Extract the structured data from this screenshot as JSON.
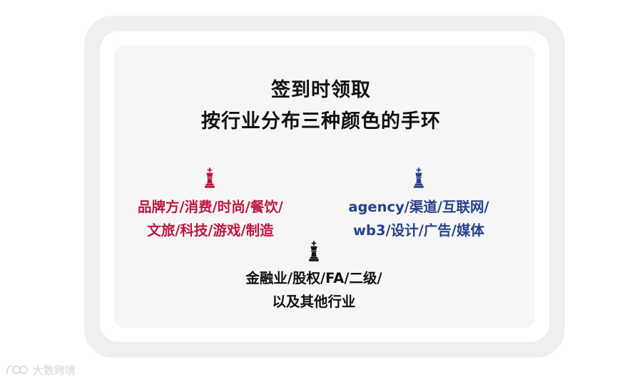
{
  "colors": {
    "crimson": "#c0143f",
    "navy": "#27408b",
    "black": "#111111"
  },
  "title": {
    "line1": "签到时领取",
    "line2": "按行业分布三种颜色的手环"
  },
  "groups": {
    "left": {
      "icon": "chess-king-icon",
      "color": "#c0143f",
      "lines": [
        "品牌方/消费/时尚/餐饮/",
        "文旅/科技/游戏/制造"
      ]
    },
    "right": {
      "icon": "chess-king-icon",
      "color": "#27408b",
      "lines": [
        "agency/渠道/互联网/",
        "wb3/设计/广告/媒体"
      ]
    },
    "center": {
      "icon": "chess-king-icon",
      "color": "#111111",
      "lines": [
        "金融业/股权/FA/二级/",
        "以及其他行业"
      ]
    }
  },
  "watermark": {
    "text": "大数跨境"
  }
}
